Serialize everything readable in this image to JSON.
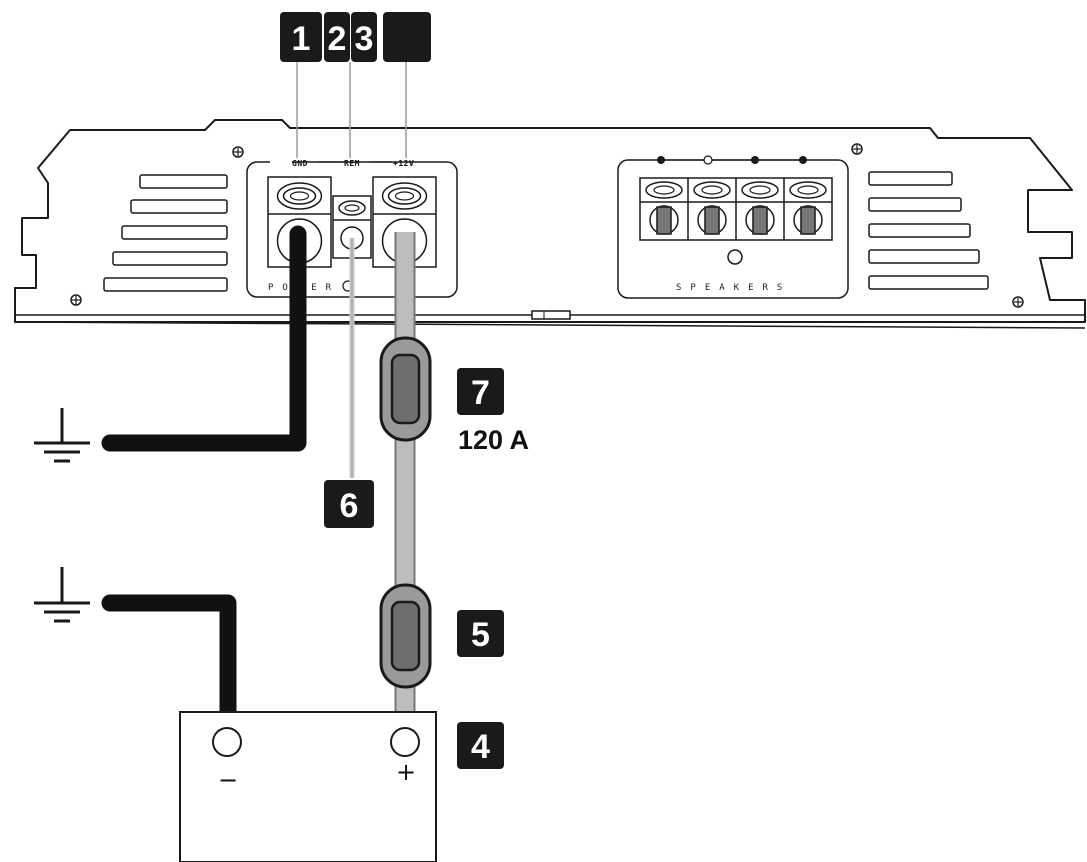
{
  "badges": {
    "b1": "1",
    "b2": "2",
    "b3": "3",
    "b4": "4",
    "b5": "5",
    "b6": "6",
    "b7": "7"
  },
  "terminal_labels": {
    "gnd": "GND",
    "rem": "REM",
    "plus12v": "+12V"
  },
  "panel_labels": {
    "power": "POWER",
    "speakers": "SPEAKERS"
  },
  "fuse_rating": "120 A",
  "battery": {
    "minus": "−",
    "plus": "+"
  },
  "colors": {
    "ground_cable": "#111111",
    "power_cable": "#b4b4b4",
    "remote_wire": "#c8c8c8",
    "badge": "#1a1a1a"
  }
}
